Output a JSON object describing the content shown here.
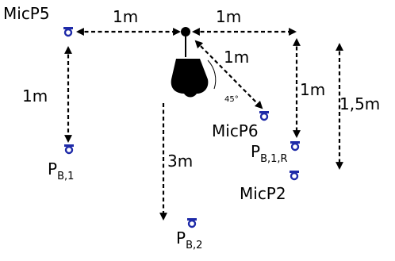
{
  "microphones": {
    "micp5": "MicP5",
    "micp6": "MicP6",
    "micp2": "MicP2",
    "pb1_main": "P",
    "pb1_sub": "B,1",
    "pb1r_main": "P",
    "pb1r_sub": "B,1,R",
    "pb2_main": "P",
    "pb2_sub": "B,2"
  },
  "distances": {
    "top_left": "1m",
    "top_right": "1m",
    "diagonal": "1m",
    "left_vertical": "1m",
    "right_vertical": "1m",
    "far_right_vertical": "1,5m",
    "center_vertical": "3m"
  },
  "angle_label": "45°",
  "colors": {
    "microphone": "#1e2aa8",
    "ink": "#000000"
  }
}
